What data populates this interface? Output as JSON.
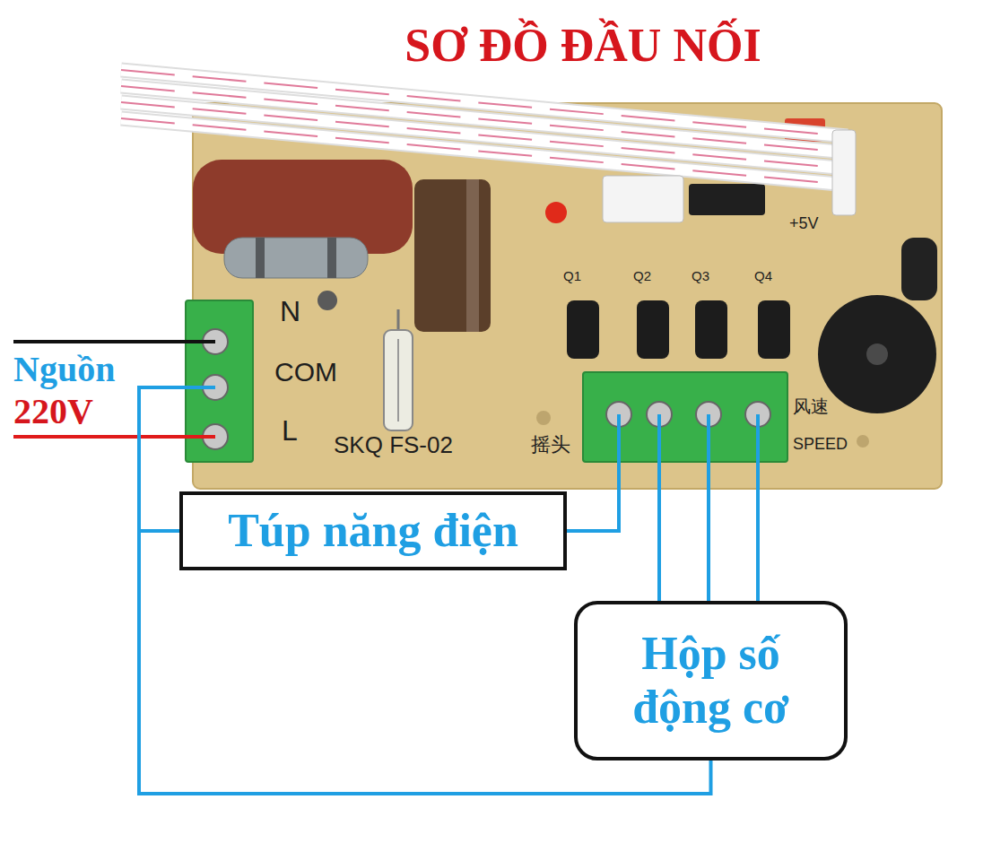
{
  "diagram": {
    "title": "SƠ ĐỒ ĐẦU NỐI",
    "nodes": [
      {
        "text": [
          "Túp năng điện"
        ]
      },
      {
        "text": [
          "Hộp số động cơ"
        ]
      }
    ],
    "edges": [
      {
        "from": 0,
        "to": 1,
        "arrow": "none"
      }
    ],
    "labels": [
      "Nguồn",
      "220V",
      "N",
      "COM",
      "L",
      "SKQ FS-02",
      "摇头",
      "风速",
      "SPEED",
      "Q1",
      "Q2",
      "Q3",
      "Q4",
      "+5V"
    ]
  }
}
